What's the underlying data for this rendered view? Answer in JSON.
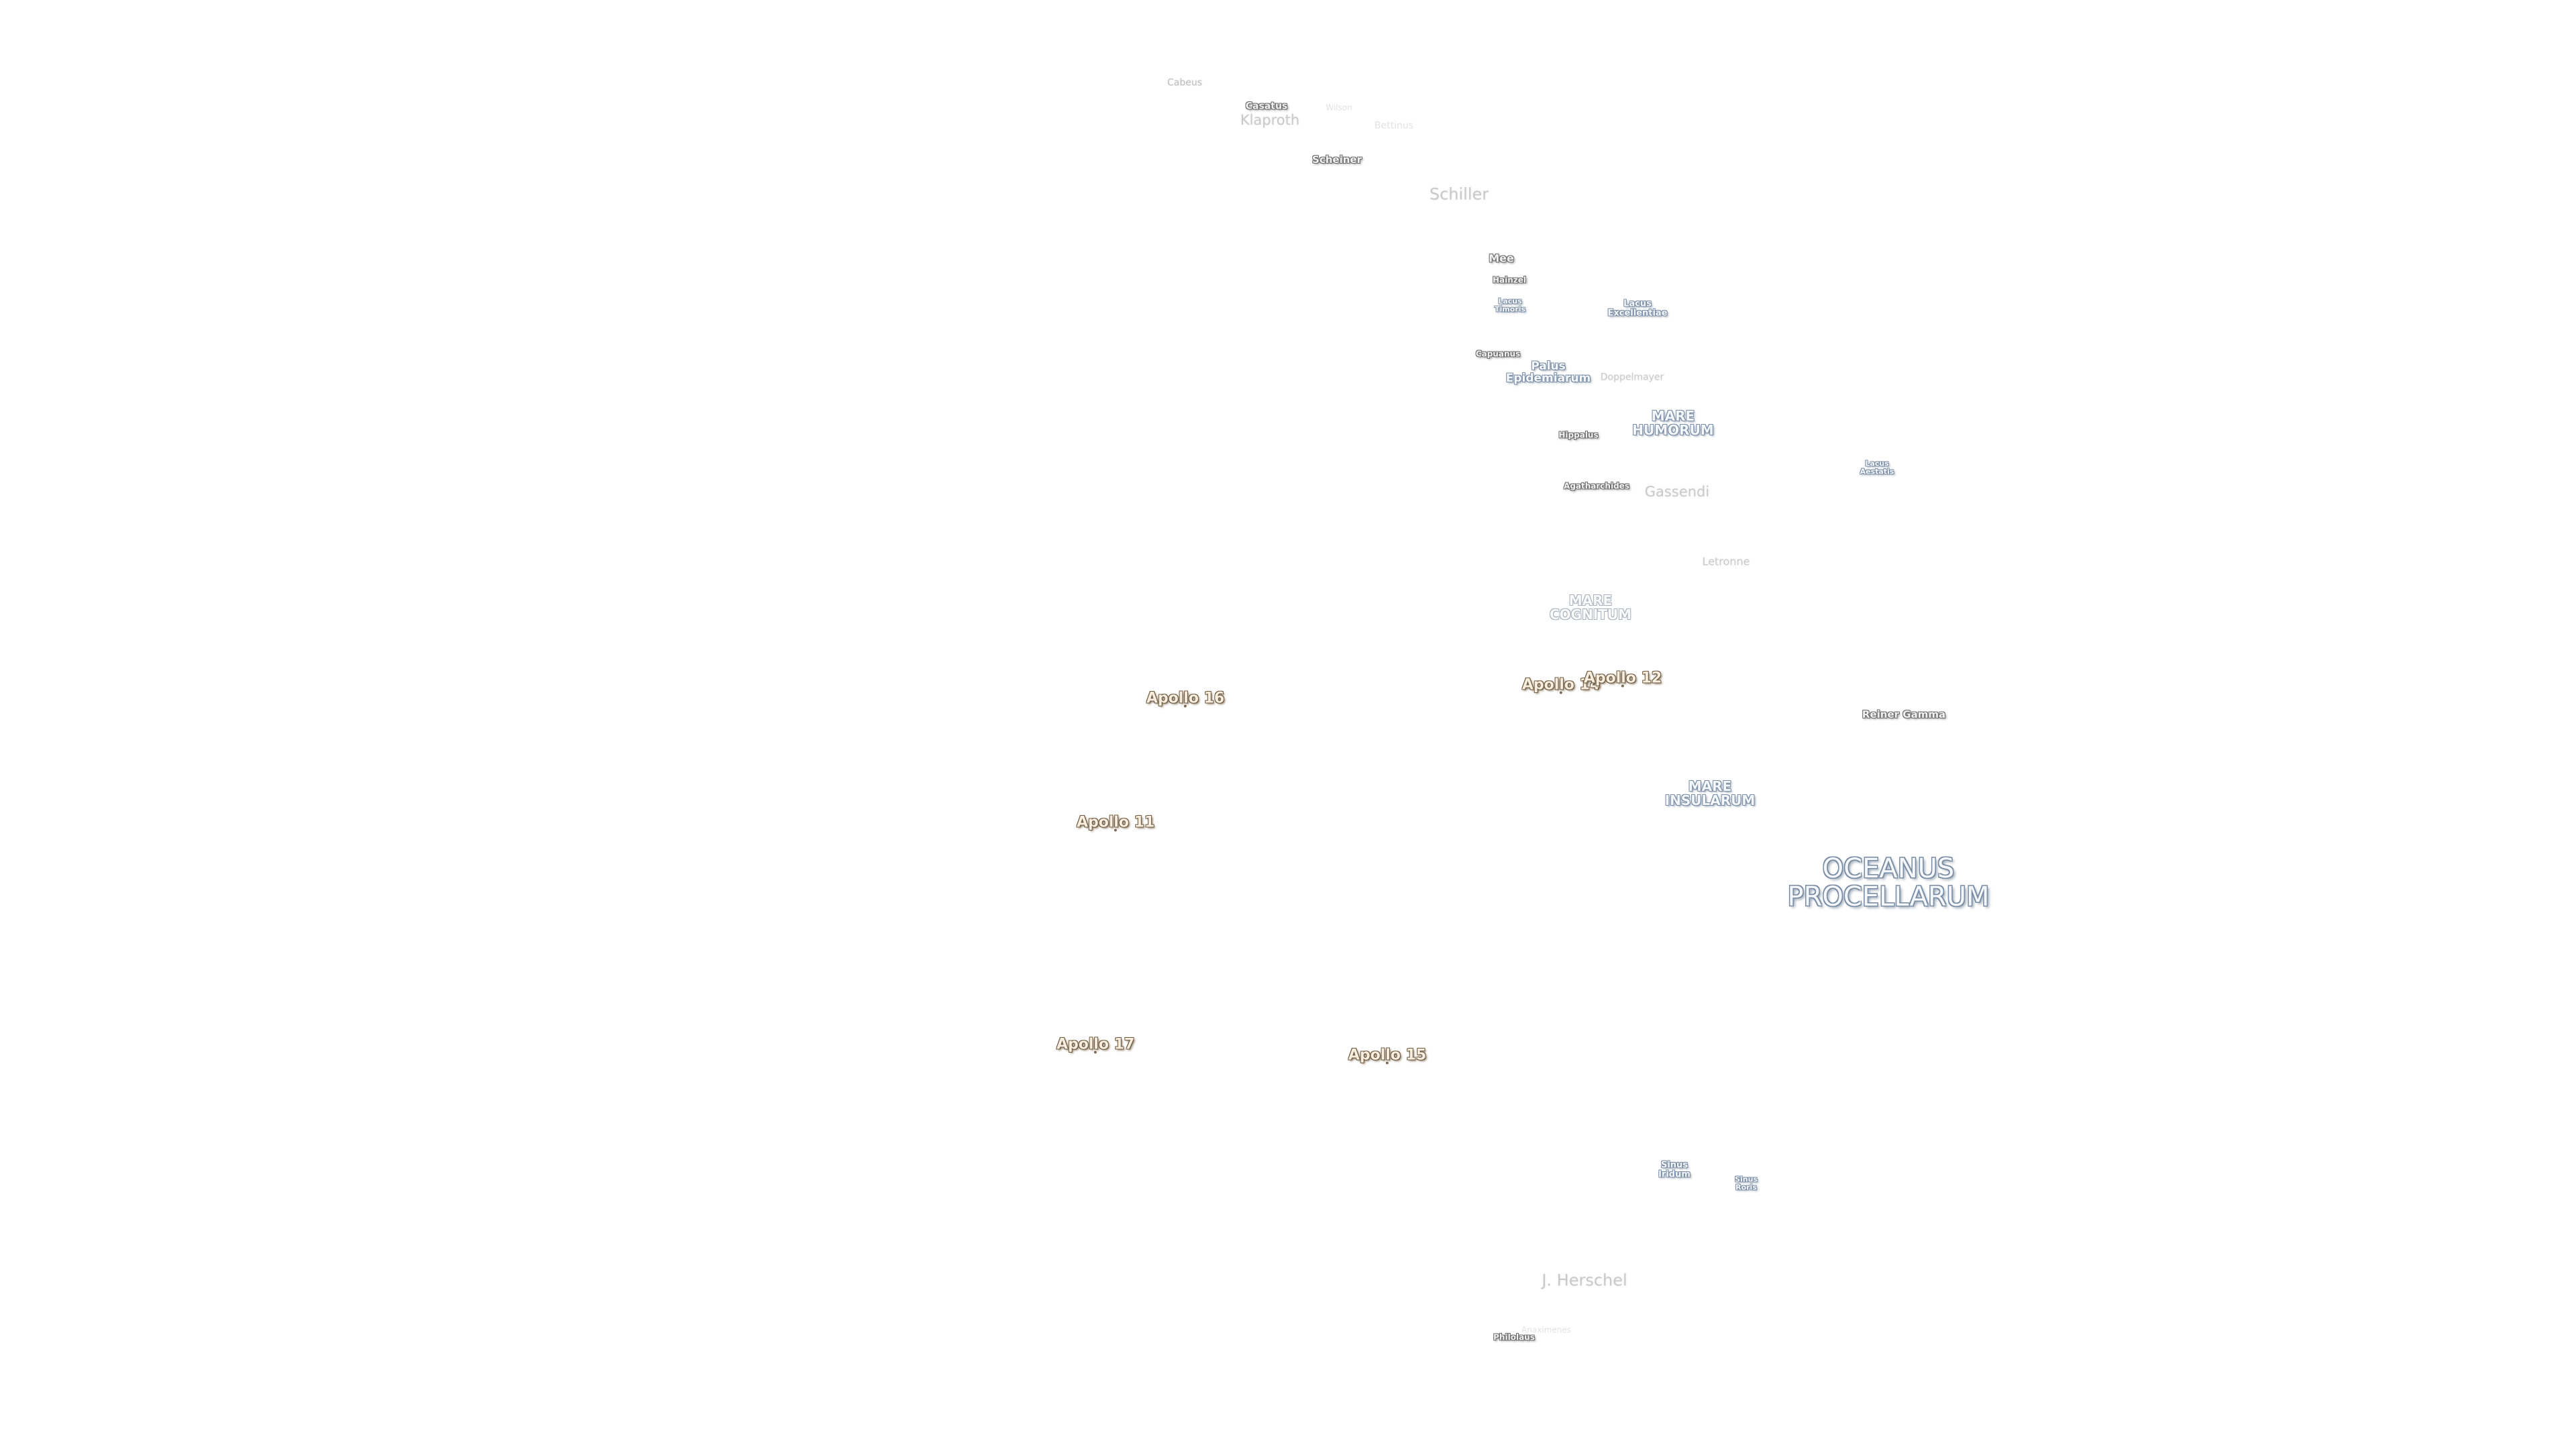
{
  "craters": {
    "cabeus": "Cabeus",
    "casatus": "Casatus",
    "klaproth": "Klaproth",
    "wilson": "Wilson",
    "bettinus": "Bettinus",
    "scheiner": "Scheiner",
    "schiller": "Schiller",
    "mee": "Mee",
    "hainzel": "Hainzel",
    "capuanus": "Capuanus",
    "doppelmayer": "Doppelmayer",
    "hippalus": "Hippalus",
    "agatharchides": "Agatharchides",
    "gassendi": "Gassendi",
    "letronne": "Letronne",
    "reiner_gamma": "Reiner Gamma",
    "j_herschel": "J. Herschel",
    "philolaus": "Philolaus",
    "anaximenes": "Anaximenes"
  },
  "maria": {
    "lacus_timoris": "Lacus\nTimoris",
    "lacus_excellentiae": "Lacus\nExcellentiae",
    "palus_epidemiarum": "Palus\nEpidemiarum",
    "mare_humorum": "MARE\nHUMORUM",
    "lacus_aestatis": "Lacus\nAestatis",
    "mare_cognitum": "MARE\nCOGNITUM",
    "mare_insularum": "MARE\nINSULARUM",
    "oceanus_procellarum": "OCEANUS\nPROCELLARUM",
    "sinus_iridum": "Sinus\nIridum",
    "sinus_roris": "Sinus\nRoris"
  },
  "apollo_sites": {
    "apollo_16": "Apollo 16",
    "apollo_14": "Apollo 14",
    "apollo_12": "Apollo 12",
    "apollo_11": "Apollo 11",
    "apollo_17": "Apollo 17",
    "apollo_15": "Apollo 15"
  }
}
